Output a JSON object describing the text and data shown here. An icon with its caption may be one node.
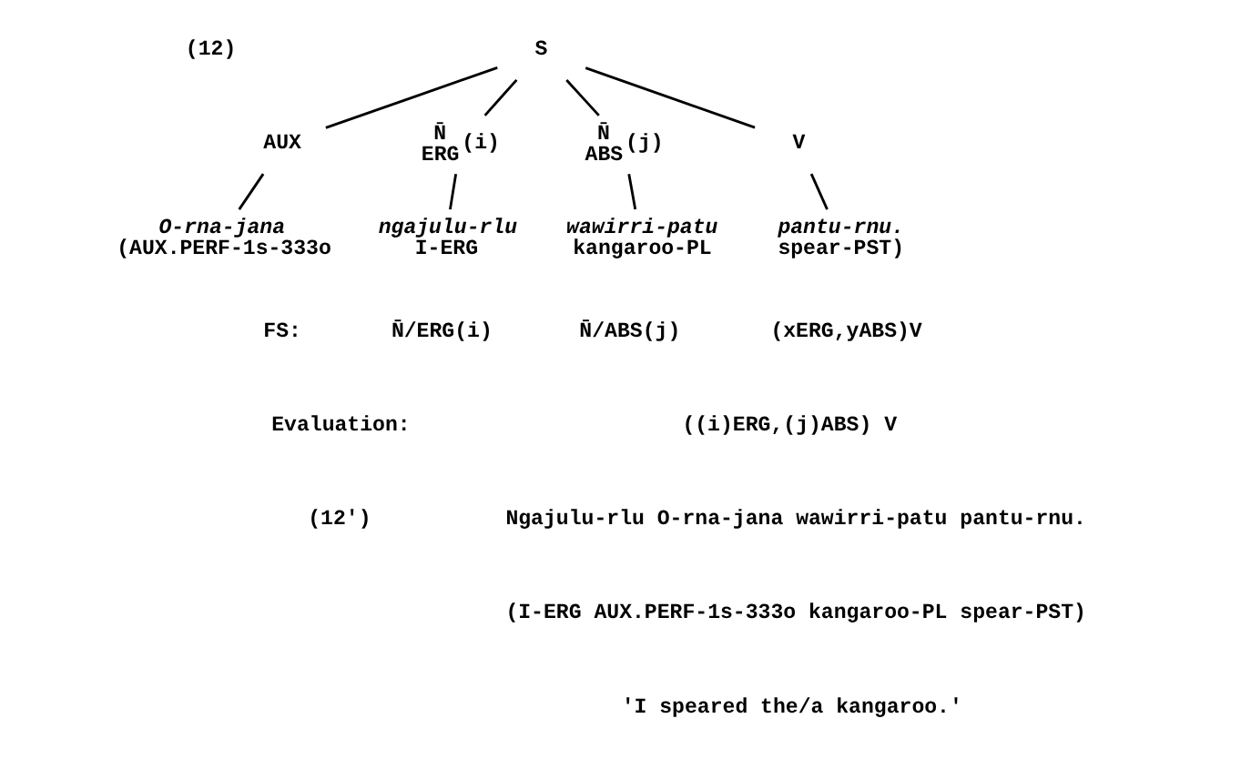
{
  "diagram": {
    "nodes": [
      {
        "text": [
          "S"
        ]
      },
      {
        "text": [
          "AUX"
        ]
      },
      {
        "text": [
          "N̄",
          "ERG"
        ],
        "beside": [
          "(i)"
        ]
      },
      {
        "text": [
          "N̄",
          "ABS"
        ],
        "beside": [
          "(j)"
        ]
      },
      {
        "text": [
          "V"
        ]
      },
      {
        "text": [
          "O-rna-jana",
          "(AUX.PERF-1s-333o"
        ]
      },
      {
        "text": [
          "ngajulu-rlu",
          "I-ERG"
        ]
      },
      {
        "text": [
          "wawirri-patu",
          "kangaroo-PL"
        ]
      },
      {
        "text": [
          "pantu-rnu.",
          "spear-PST)"
        ]
      }
    ],
    "edges": [
      {
        "from": 0,
        "to": 1,
        "arrow": "none"
      },
      {
        "from": 0,
        "to": 2,
        "arrow": "none"
      },
      {
        "from": 0,
        "to": 3,
        "arrow": "none"
      },
      {
        "from": 0,
        "to": 4,
        "arrow": "none"
      },
      {
        "from": 1,
        "to": 5,
        "arrow": "none"
      },
      {
        "from": 2,
        "to": 6,
        "arrow": "none"
      },
      {
        "from": 3,
        "to": 7,
        "arrow": "none"
      },
      {
        "from": 4,
        "to": 8,
        "arrow": "none"
      }
    ],
    "labels": [
      "(12)",
      "FS:",
      "N̄/ERG(i)",
      "N̄/ABS(j)",
      "(xERG,yABS)V",
      "Evaluation:",
      "((i)ERG,(j)ABS) V",
      "(12')",
      "Ngajulu-rlu O-rna-jana wawirri-patu pantu-rnu.",
      "(I-ERG AUX.PERF-1s-333o kangaroo-PL spear-PST)",
      "'I speared the/a kangaroo.'"
    ]
  }
}
